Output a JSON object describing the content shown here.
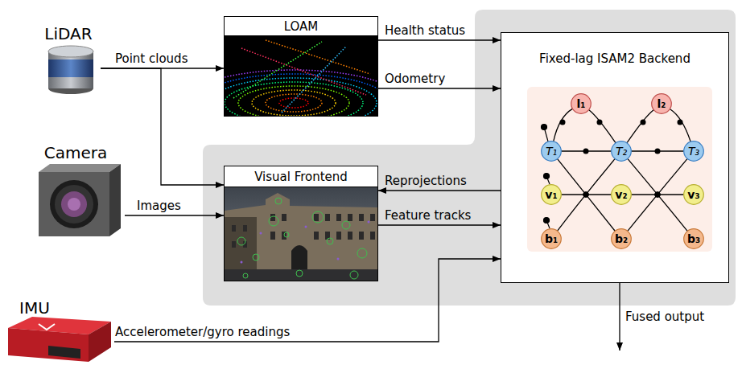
{
  "diagram": {
    "nodes": [
      {
        "text": [
          "LiDAR"
        ]
      },
      {
        "text": [
          "LOAM"
        ]
      },
      {
        "text": [
          "Fixed-lag ISAM2 Backend"
        ]
      },
      {
        "text": [
          "l₁"
        ],
        "in": 2
      },
      {
        "text": [
          "l₂"
        ],
        "in": 2
      },
      {
        "text": [
          "T₁"
        ],
        "in": 2
      },
      {
        "text": [
          "T₂"
        ],
        "in": 2
      },
      {
        "text": [
          "T₃"
        ],
        "in": 2
      },
      {
        "text": [
          "v₁"
        ],
        "in": 2
      },
      {
        "text": [
          "v₂"
        ],
        "in": 2
      },
      {
        "text": [
          "v₃"
        ],
        "in": 2
      },
      {
        "text": [
          "b₁"
        ],
        "in": 2
      },
      {
        "text": [
          "b₂"
        ],
        "in": 2
      },
      {
        "text": [
          "b₃"
        ],
        "in": 2
      },
      {
        "text": [
          "Camera"
        ]
      },
      {
        "text": [
          "Visual Frontend"
        ]
      },
      {
        "text": [
          "IMU"
        ]
      }
    ],
    "edges": [
      {
        "from": 0,
        "to": 1,
        "label": "Point clouds",
        "arrow": "to"
      },
      {
        "from": 0,
        "to": 15,
        "arrow": "to"
      },
      {
        "from": 14,
        "to": 15,
        "label": "Images",
        "arrow": "to"
      },
      {
        "from": 1,
        "to": 2,
        "label": "Health status",
        "arrow": "to"
      },
      {
        "from": 1,
        "to": 2,
        "label": "Odometry",
        "arrow": "to"
      },
      {
        "from": 2,
        "to": 15,
        "label": "Reprojections",
        "arrow": "to"
      },
      {
        "from": 15,
        "to": 2,
        "label": "Feature tracks",
        "arrow": "to"
      },
      {
        "from": 16,
        "to": 2,
        "label": "Accelerometer/gyro readings",
        "arrow": "to"
      },
      {
        "from": 3,
        "to": 5,
        "arrow": "none"
      },
      {
        "from": 3,
        "to": 6,
        "arrow": "none"
      },
      {
        "from": 4,
        "to": 6,
        "arrow": "none"
      },
      {
        "from": 4,
        "to": 7,
        "arrow": "none"
      },
      {
        "from": 5,
        "to": 6,
        "arrow": "none"
      },
      {
        "from": 6,
        "to": 7,
        "arrow": "none"
      },
      {
        "from": 5,
        "to": 12,
        "arrow": "none"
      },
      {
        "from": 11,
        "to": 6,
        "arrow": "none"
      },
      {
        "from": 8,
        "to": 9,
        "arrow": "none"
      },
      {
        "from": 6,
        "to": 13,
        "arrow": "none"
      },
      {
        "from": 12,
        "to": 7,
        "arrow": "none"
      },
      {
        "from": 9,
        "to": 10,
        "arrow": "none"
      }
    ],
    "labels": [
      "Fused output"
    ]
  }
}
